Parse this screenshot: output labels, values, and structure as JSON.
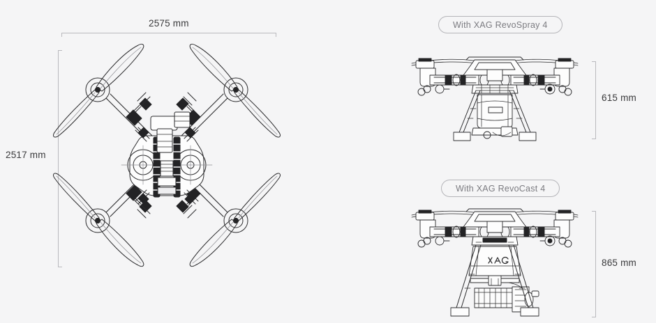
{
  "page": {
    "background_color": "#f5f5f6",
    "line_color": "#b9b9bd",
    "text_color": "#39393b",
    "pill_text_color": "#7b7b80",
    "drawing_ink": "#2b2b2d"
  },
  "dimensions": {
    "top_view": {
      "width_label": "2575 mm",
      "height_label": "2517 mm"
    },
    "front_view_spray": {
      "height_label": "615 mm"
    },
    "front_view_cast": {
      "height_label": "865 mm"
    }
  },
  "captions": {
    "spray": "With XAG RevoSpray 4",
    "cast": "With XAG RevoCast 4"
  },
  "drawings": {
    "top_view": "quadcopter-top-view",
    "front_view_spray": "quadcopter-front-view-revospray",
    "front_view_cast": "quadcopter-front-view-revocast"
  },
  "markings": {
    "hopper_brand": "XAG"
  }
}
